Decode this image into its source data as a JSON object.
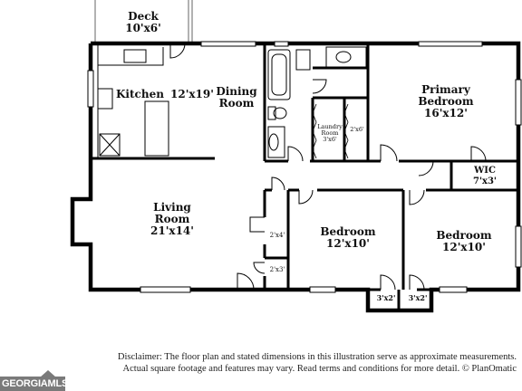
{
  "rooms": {
    "deck": {
      "name": "Deck",
      "dims": "10'x6'"
    },
    "kitchen": {
      "name": "Kitchen",
      "dims": "12'x19'"
    },
    "dining": {
      "line1": "Dining",
      "line2": "Room"
    },
    "primary": {
      "line1": "Primary",
      "line2": "Bedroom",
      "dims": "16'x12'"
    },
    "laundry": {
      "line1": "Laundry",
      "line2": "Room",
      "dims": "3'x6'"
    },
    "closet_hall": {
      "dims": "2'x6'"
    },
    "wic": {
      "name": "WIC",
      "dims": "7'x3'"
    },
    "living": {
      "line1": "Living",
      "line2": "Room",
      "dims": "21'x14'"
    },
    "closet1": {
      "dims": "2'x4'"
    },
    "closet2": {
      "dims": "2'x3'"
    },
    "bedroom2": {
      "name": "Bedroom",
      "dims": "12'x10'"
    },
    "bedroom3": {
      "name": "Bedroom",
      "dims": "12'x10'"
    },
    "closet3": {
      "dims": "3'x2'"
    },
    "closet4": {
      "dims": "3'x2'"
    }
  },
  "disclaimer": {
    "line1": "Disclaimer: The floor plan and stated dimensions in this illustration serve as approximate measurements.",
    "line2": "Actual square footage and features may vary. Read terms and conditions for more detail. © PlanOmatic"
  },
  "brand": {
    "logo_text": "GEORGIAMLS"
  }
}
